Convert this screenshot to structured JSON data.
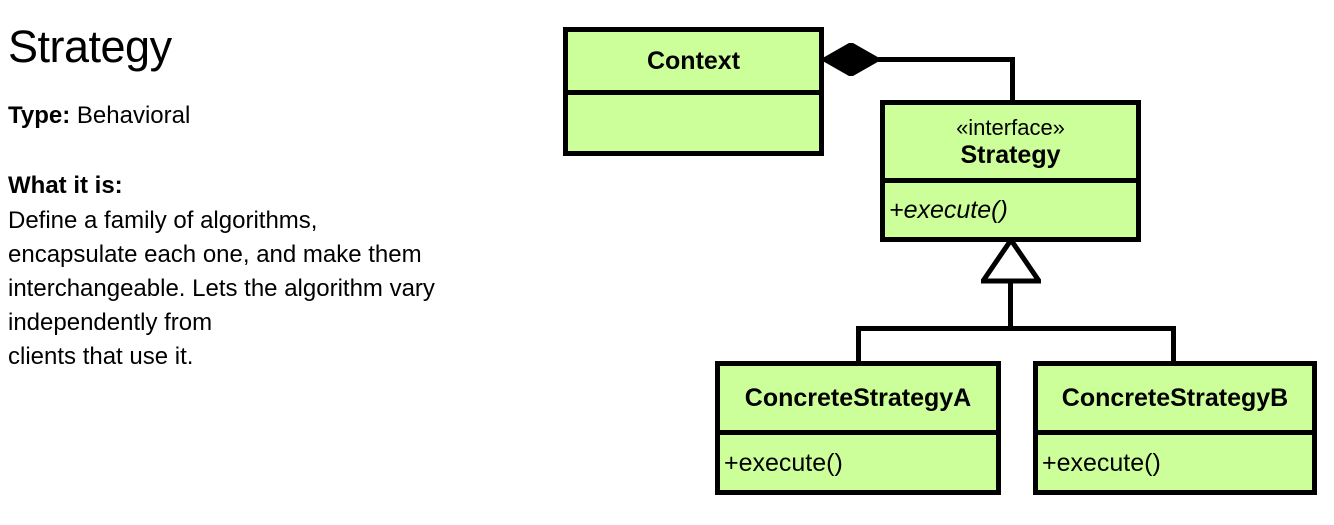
{
  "info": {
    "title": "Strategy",
    "type_label": "Type:",
    "type_value": "Behavioral",
    "what_heading": "What it is:",
    "description_lines": [
      "Define a family of algorithms,",
      "encapsulate each one, and make them",
      "interchangeable. Lets the algorithm vary",
      "independently from",
      "clients that use it."
    ]
  },
  "diagram": {
    "fill_color": "#ccff99",
    "stroke_color": "#000000",
    "classes": [
      {
        "id": "context",
        "name": "Context",
        "stereotype": "",
        "operations": []
      },
      {
        "id": "strategy",
        "name": "Strategy",
        "stereotype": "«interface»",
        "operations": [
          "+execute()"
        ]
      },
      {
        "id": "concrete-a",
        "name": "ConcreteStrategyA",
        "stereotype": "",
        "operations": [
          "+execute()"
        ]
      },
      {
        "id": "concrete-b",
        "name": "ConcreteStrategyB",
        "stereotype": "",
        "operations": [
          "+execute()"
        ]
      }
    ],
    "relationships": [
      {
        "kind": "composition",
        "from": "context",
        "to": "strategy",
        "marker": "filled-diamond"
      },
      {
        "kind": "generalization",
        "from": "concrete-a",
        "to": "strategy",
        "marker": "hollow-triangle"
      },
      {
        "kind": "generalization",
        "from": "concrete-b",
        "to": "strategy",
        "marker": "hollow-triangle"
      }
    ]
  }
}
